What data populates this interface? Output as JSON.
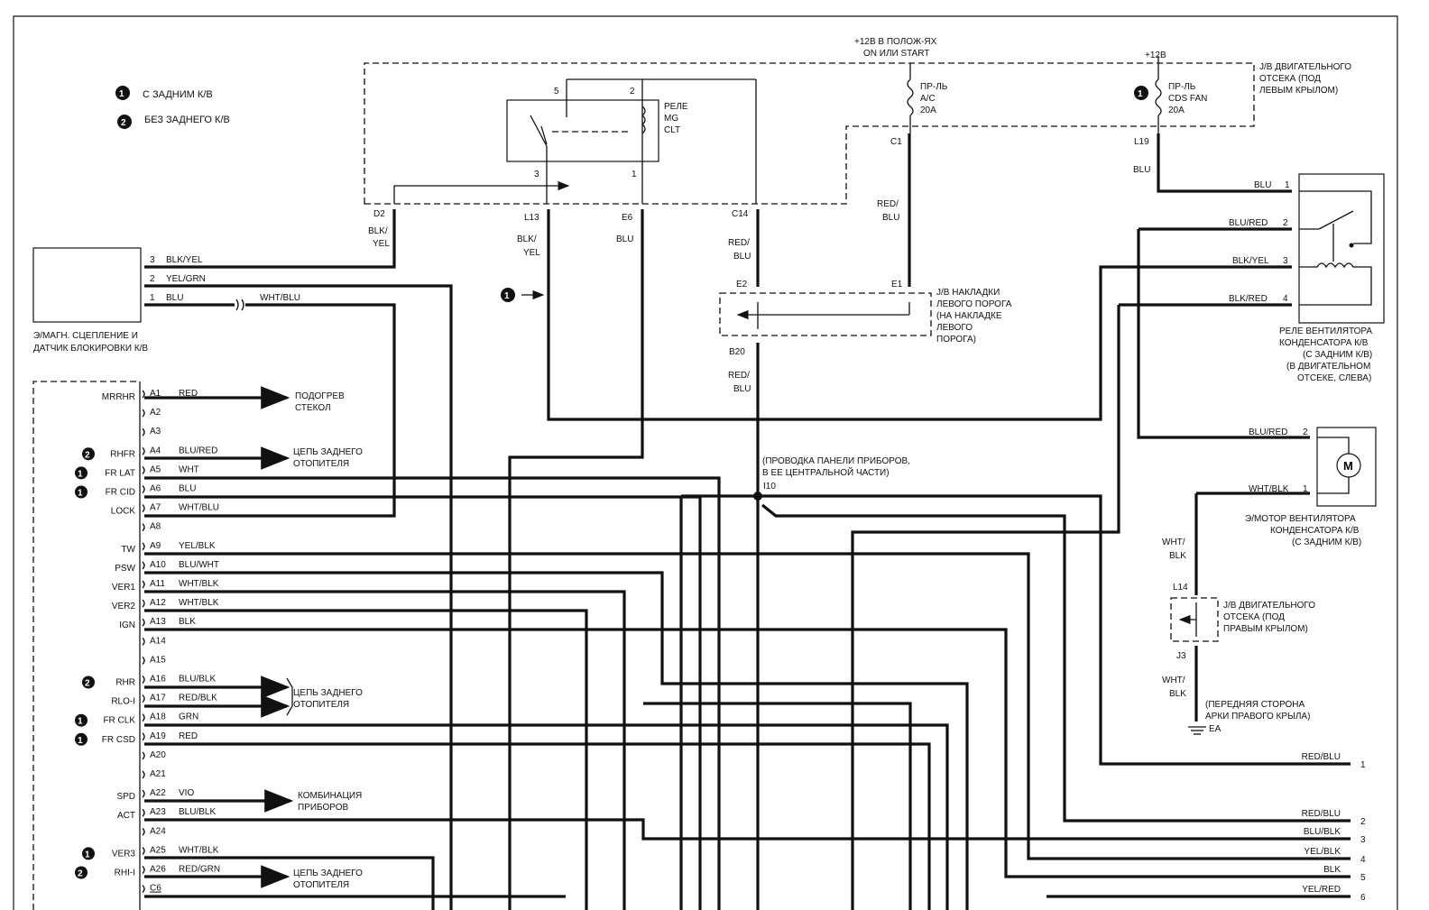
{
  "colors": {
    "ink": "#111111",
    "background": "#ffffff"
  },
  "legend": {
    "marker1": "1",
    "marker2": "2",
    "item1": "С ЗАДНИМ К/В",
    "item2": "БЕЗ ЗАДНЕГО К/В"
  },
  "top": {
    "supply_ign": [
      "+12В В ПОЛОЖ-ЯХ",
      "ON ИЛИ START"
    ],
    "supply_batt": "+12В",
    "fuse_ac": [
      "ПР-ЛЬ",
      "A/C",
      "20A"
    ],
    "fuse_cds": [
      "ПР-ЛЬ",
      "CDS FAN",
      "20A"
    ],
    "jb_engine_left": [
      "J/B ДВИГАТЕЛЬНОГО",
      "ОТСЕКА (ПОД",
      "ЛЕВЫМ КРЫЛОМ)"
    ],
    "relay_mg": [
      "РЕЛЕ",
      "MG",
      "CLT"
    ],
    "relay_pins": [
      "5",
      "2",
      "3",
      "1"
    ],
    "pins": {
      "d2": "D2",
      "l13": "L13",
      "e6": "E6",
      "c14": "C14",
      "c1": "C1",
      "l19": "L19"
    }
  },
  "wires_top": {
    "d2": [
      "BLK/",
      "YEL"
    ],
    "l13": [
      "BLK/",
      "YEL"
    ],
    "e6": "BLU",
    "c14": [
      "RED/",
      "BLU"
    ],
    "c1": [
      "RED/",
      "BLU"
    ],
    "l19": "BLU",
    "b20": [
      "RED/",
      "BLU"
    ]
  },
  "jb_sill": {
    "e2": "E2",
    "e1": "E1",
    "b20": "B20",
    "label": [
      "J/B НАКЛАДКИ",
      "ЛЕВОГО ПОРОГА",
      "(НА НАКЛАДКЕ",
      "ЛЕВОГО",
      "ПОРОГА)"
    ]
  },
  "clutch": {
    "label": [
      "Э/МАГН. СЦЕПЛЕНИЕ И",
      "ДАТЧИК БЛОКИРОВКИ К/В"
    ],
    "pins": [
      {
        "n": "3",
        "wire": "BLK/YEL"
      },
      {
        "n": "2",
        "wire": "YEL/GRN"
      },
      {
        "n": "1",
        "wire": "BLU"
      }
    ],
    "joint_wire": "WHT/BLU"
  },
  "arrow_marker": "1",
  "splice": {
    "id": "I10",
    "label": [
      "(ПРОВОДКА ПАНЕЛИ ПРИБОРОВ,",
      "В ЕЕ ЦЕНТРАЛЬНОЙ ЧАСТИ)"
    ]
  },
  "relay_fan": {
    "pins": [
      {
        "n": "1",
        "wire": "BLU"
      },
      {
        "n": "2",
        "wire": "BLU/RED"
      },
      {
        "n": "3",
        "wire": "BLK/YEL"
      },
      {
        "n": "4",
        "wire": "BLK/RED"
      }
    ],
    "label": [
      "РЕЛЕ ВЕНТИЛЯТОРА",
      "КОНДЕНСАТОРА К/В",
      "(С ЗАДНИМ К/В)",
      "(В ДВИГАТЕЛЬНОМ",
      "ОТСЕКЕ, СЛЕВА)"
    ]
  },
  "motor_fan": {
    "symbol": "M",
    "pins": [
      {
        "n": "2",
        "wire": "BLU/RED"
      },
      {
        "n": "1",
        "wire": "WHT/BLK"
      }
    ],
    "label": [
      "Э/МОТОР ВЕНТИЛЯТОРА",
      "КОНДЕНСАТОРА К/В",
      "(С ЗАДНИМ К/В)"
    ]
  },
  "jb_engine_right": {
    "l14": "L14",
    "j3": "J3",
    "label": [
      "J/B ДВИГАТЕЛЬНОГО",
      "ОТСЕКА (ПОД",
      "ПРАВЫМ КРЫЛОМ)"
    ],
    "wire_top": [
      "WHT/",
      "BLK"
    ],
    "wire_bottom": [
      "WHT/",
      "BLK"
    ]
  },
  "ground": {
    "label": [
      "(ПЕРЕДНЯЯ СТОРОНА",
      "АРКИ ПРАВОГО КРЫЛА)"
    ],
    "id": "EA"
  },
  "ecu_pins": [
    {
      "pin": "A1",
      "name": "MRRHR",
      "wire": "RED",
      "marker": ""
    },
    {
      "pin": "A2",
      "name": "",
      "wire": "",
      "marker": ""
    },
    {
      "pin": "A3",
      "name": "",
      "wire": "",
      "marker": ""
    },
    {
      "pin": "A4",
      "name": "RHFR",
      "wire": "BLU/RED",
      "marker": "2"
    },
    {
      "pin": "A5",
      "name": "FR LAT",
      "wire": "WHT",
      "marker": "1"
    },
    {
      "pin": "A6",
      "name": "FR CID",
      "wire": "BLU",
      "marker": "1"
    },
    {
      "pin": "A7",
      "name": "LOCK",
      "wire": "WHT/BLU",
      "marker": ""
    },
    {
      "pin": "A8",
      "name": "",
      "wire": "",
      "marker": ""
    },
    {
      "pin": "A9",
      "name": "TW",
      "wire": "YEL/BLK",
      "marker": ""
    },
    {
      "pin": "A10",
      "name": "PSW",
      "wire": "BLU/WHT",
      "marker": ""
    },
    {
      "pin": "A11",
      "name": "VER1",
      "wire": "WHT/BLK",
      "marker": ""
    },
    {
      "pin": "A12",
      "name": "VER2",
      "wire": "WHT/BLK",
      "marker": ""
    },
    {
      "pin": "A13",
      "name": "IGN",
      "wire": "BLK",
      "marker": ""
    },
    {
      "pin": "A14",
      "name": "",
      "wire": "",
      "marker": ""
    },
    {
      "pin": "A15",
      "name": "",
      "wire": "",
      "marker": ""
    },
    {
      "pin": "A16",
      "name": "RHR",
      "wire": "BLU/BLK",
      "marker": "2"
    },
    {
      "pin": "A17",
      "name": "RLO-I",
      "wire": "RED/BLK",
      "marker": ""
    },
    {
      "pin": "A18",
      "name": "FR CLK",
      "wire": "GRN",
      "marker": "1"
    },
    {
      "pin": "A19",
      "name": "FR CSD",
      "wire": "RED",
      "marker": "1"
    },
    {
      "pin": "A20",
      "name": "",
      "wire": "",
      "marker": ""
    },
    {
      "pin": "A21",
      "name": "",
      "wire": "",
      "marker": ""
    },
    {
      "pin": "A22",
      "name": "SPD",
      "wire": "VIO",
      "marker": ""
    },
    {
      "pin": "A23",
      "name": "ACT",
      "wire": "BLU/BLK",
      "marker": ""
    },
    {
      "pin": "A24",
      "name": "",
      "wire": "",
      "marker": ""
    },
    {
      "pin": "A25",
      "name": "VER3",
      "wire": "WHT/BLK",
      "marker": "1"
    },
    {
      "pin": "A26",
      "name": "RHI-I",
      "wire": "RED/GRN",
      "marker": "2"
    },
    {
      "pin": "C6",
      "name": "",
      "wire": "",
      "marker": ""
    }
  ],
  "destinations": {
    "a1": [
      "ПОДОГРЕВ",
      "СТЕКОЛ"
    ],
    "a4": [
      "ЦЕПЬ ЗАДНЕГО",
      "ОТОПИТЕЛЯ"
    ],
    "a16": [
      "ЦЕПЬ ЗАДНЕГО",
      "ОТОПИТЕЛЯ"
    ],
    "a22": [
      "КОМБИНАЦИЯ",
      "ПРИБОРОВ"
    ],
    "a26": [
      "ЦЕПЬ ЗАДНЕГО",
      "ОТОПИТЕЛЯ"
    ]
  },
  "outputs": [
    {
      "n": "1",
      "wire": "RED/BLU"
    },
    {
      "n": "2",
      "wire": "RED/BLU"
    },
    {
      "n": "3",
      "wire": "BLU/BLK"
    },
    {
      "n": "4",
      "wire": "YEL/BLK"
    },
    {
      "n": "5",
      "wire": "BLK"
    },
    {
      "n": "6",
      "wire": "YEL/RED"
    }
  ]
}
